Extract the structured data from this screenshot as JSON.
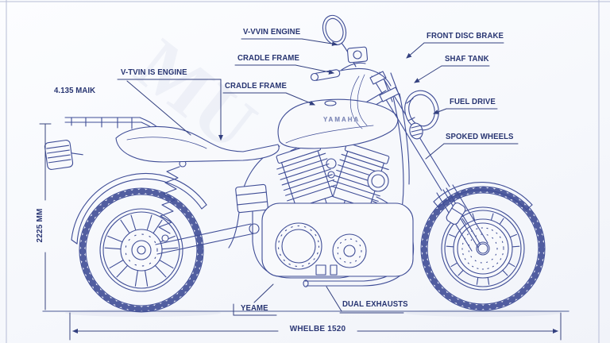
{
  "title": "Motorcycle blueprint diagram",
  "colors": {
    "background": "#f8f9fc",
    "ink": "#3f4d96",
    "label": "#273471",
    "border": "#b6bdd6"
  },
  "tank_logo": "YAMAHA",
  "watermark": "MU",
  "labels": [
    {
      "id": "v-twin-engine-top",
      "text": "V-VVIN ENGINE"
    },
    {
      "id": "cradle-frame-top",
      "text": "CRADLE FRAME"
    },
    {
      "id": "front-disc-brake",
      "text": "FRONT DISC BRAKE"
    },
    {
      "id": "shaft-tank",
      "text": "SHAF TANK"
    },
    {
      "id": "v-twin-engine-left",
      "text": "V-TVIN IS ENGINE"
    },
    {
      "id": "mark-height",
      "text": "4.135 MAIK"
    },
    {
      "id": "cradle-frame-mid",
      "text": "CRADLE FRAME"
    },
    {
      "id": "fuel-drive",
      "text": "FUEL DRIVE"
    },
    {
      "id": "spoked-wheels",
      "text": "SPOKED WHEELS"
    },
    {
      "id": "frame-bottom",
      "text": "YEAME"
    },
    {
      "id": "dual-exhausts",
      "text": "DUAL EXHAUSTS"
    }
  ],
  "dimensions": {
    "overall_height": "2225 MM",
    "wheelbase": "WHELBE 1520"
  }
}
